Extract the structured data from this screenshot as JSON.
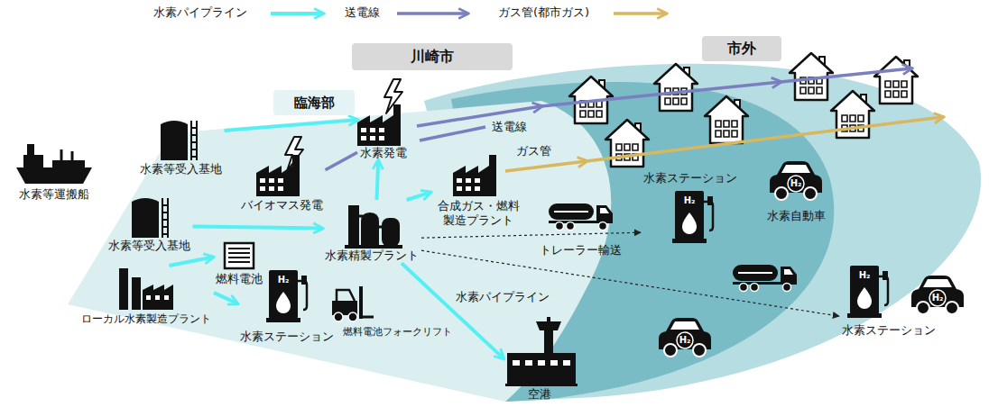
{
  "diagram": {
    "nodes": [
      {
        "text": [
          "川崎市"
        ]
      },
      {
        "text": [
          "臨海部"
        ]
      },
      {
        "text": [
          "市外"
        ]
      },
      {
        "text": [
          "水素等運搬船"
        ]
      },
      {
        "text": [
          "水素等受入基地"
        ]
      },
      {
        "text": [
          "水素等受入基地"
        ]
      },
      {
        "text": [
          "バイオマス発電"
        ]
      },
      {
        "text": [
          "水素発電"
        ]
      },
      {
        "text": [
          "合成ガス・燃料 製造プラント"
        ]
      },
      {
        "text": [
          "水素精製プラント"
        ]
      },
      {
        "text": [
          "燃料電池"
        ]
      },
      {
        "text": [
          "ローカル水素製造プラント"
        ]
      },
      {
        "text": [
          "水素ステーション"
        ]
      },
      {
        "text": [
          "燃料電池フォークリフト"
        ]
      },
      {
        "text": [
          "空港"
        ]
      },
      {
        "text": [
          "水素ステーション"
        ]
      },
      {
        "text": [
          "水素自動車"
        ]
      },
      {
        "text": [
          "水素ステーション"
        ]
      }
    ],
    "edges": [
      {
        "from": 4,
        "to": 7,
        "arrow": "to"
      },
      {
        "from": 6,
        "to": 7,
        "arrow": "none"
      },
      {
        "from": 5,
        "to": 9,
        "arrow": "to"
      },
      {
        "from": 9,
        "to": 7,
        "arrow": "to"
      },
      {
        "from": 9,
        "to": 8,
        "arrow": "to"
      },
      {
        "from": 11,
        "to": 10,
        "arrow": "to"
      },
      {
        "from": 11,
        "to": 12,
        "arrow": "to"
      },
      {
        "from": 9,
        "to": 14,
        "label": "水素パイプライン",
        "arrow": "to"
      },
      {
        "from": 9,
        "to": 15,
        "label": "トレーラー輸送",
        "arrow": "to"
      },
      {
        "from": 9,
        "to": 17,
        "arrow": "to"
      }
    ],
    "labels": [
      "送電線",
      "ガス管",
      "H₂",
      "H₂",
      "H₂",
      "H₂",
      "H₂",
      "H₂"
    ],
    "legend": [
      {
        "text": "水素パイプライン"
      },
      {
        "text": "送電線"
      },
      {
        "text": "ガス管(都市ガス)"
      }
    ]
  }
}
